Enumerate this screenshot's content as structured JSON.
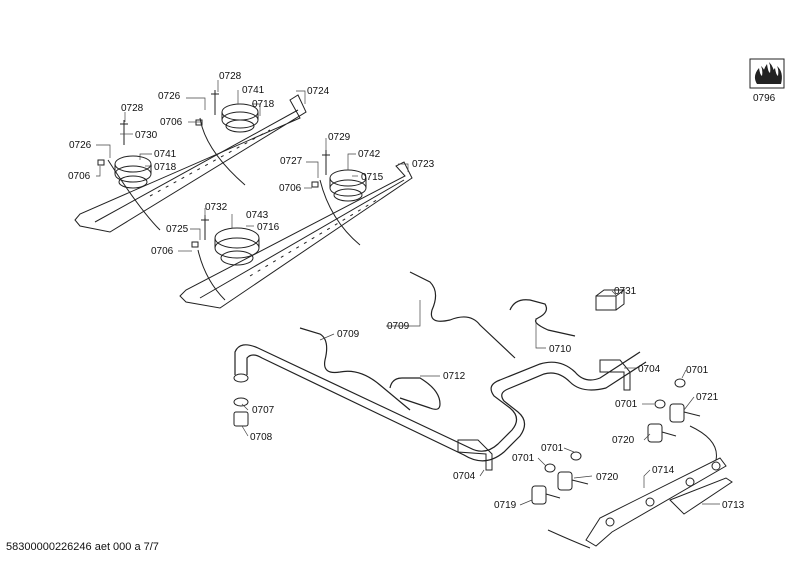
{
  "labels": [
    {
      "id": "l0728a",
      "text": "0728"
    },
    {
      "id": "l0726a",
      "text": "0726"
    },
    {
      "id": "l0741a",
      "text": "0741"
    },
    {
      "id": "l0724",
      "text": "0724"
    },
    {
      "id": "l0718a",
      "text": "0718"
    },
    {
      "id": "l0706a",
      "text": "0706"
    },
    {
      "id": "l0728b",
      "text": "0728"
    },
    {
      "id": "l0730",
      "text": "0730"
    },
    {
      "id": "l0726b",
      "text": "0726"
    },
    {
      "id": "l0741b",
      "text": "0741"
    },
    {
      "id": "l0718b",
      "text": "0718"
    },
    {
      "id": "l0706b",
      "text": "0706"
    },
    {
      "id": "l0729",
      "text": "0729"
    },
    {
      "id": "l0727",
      "text": "0727"
    },
    {
      "id": "l0742",
      "text": "0742"
    },
    {
      "id": "l0723",
      "text": "0723"
    },
    {
      "id": "l0706c",
      "text": "0706"
    },
    {
      "id": "l0715",
      "text": "0715"
    },
    {
      "id": "l0732",
      "text": "0732"
    },
    {
      "id": "l0743",
      "text": "0743"
    },
    {
      "id": "l0725",
      "text": "0725"
    },
    {
      "id": "l0716",
      "text": "0716"
    },
    {
      "id": "l0706d",
      "text": "0706"
    },
    {
      "id": "l0731",
      "text": "0731"
    },
    {
      "id": "l0709a",
      "text": "0709"
    },
    {
      "id": "l0709b",
      "text": "0709"
    },
    {
      "id": "l0710",
      "text": "0710"
    },
    {
      "id": "l0712",
      "text": "0712"
    },
    {
      "id": "l0707",
      "text": "0707"
    },
    {
      "id": "l0708",
      "text": "0708"
    },
    {
      "id": "l0704a",
      "text": "0704"
    },
    {
      "id": "l0701a",
      "text": "0701"
    },
    {
      "id": "l0701b",
      "text": "0701"
    },
    {
      "id": "l0721",
      "text": "0721"
    },
    {
      "id": "l0720a",
      "text": "0720"
    },
    {
      "id": "l0701c",
      "text": "0701"
    },
    {
      "id": "l0701d",
      "text": "0701"
    },
    {
      "id": "l0720b",
      "text": "0720"
    },
    {
      "id": "l0714",
      "text": "0714"
    },
    {
      "id": "l0704b",
      "text": "0704"
    },
    {
      "id": "l0719",
      "text": "0719"
    },
    {
      "id": "l0713",
      "text": "0713"
    },
    {
      "id": "l0796",
      "text": "0796"
    }
  ],
  "footer": "58300000226246 aet 000 a 7/7",
  "flame_icon_color": "#222222"
}
